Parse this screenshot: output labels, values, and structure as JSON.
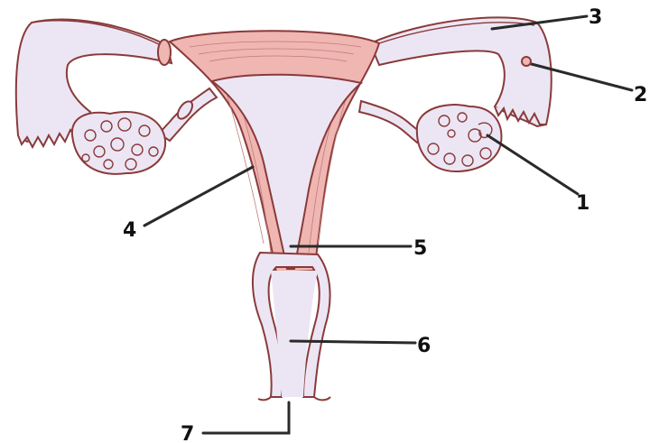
{
  "labels": {
    "l1": "1",
    "l2": "2",
    "l3": "3",
    "l4": "4",
    "l5": "5",
    "l6": "6",
    "l7": "7"
  },
  "colors": {
    "muscle": "#efb6b2",
    "lumen": "#ece6f4",
    "outline": "#8a3a3a",
    "leader": "#2a2a2a"
  }
}
